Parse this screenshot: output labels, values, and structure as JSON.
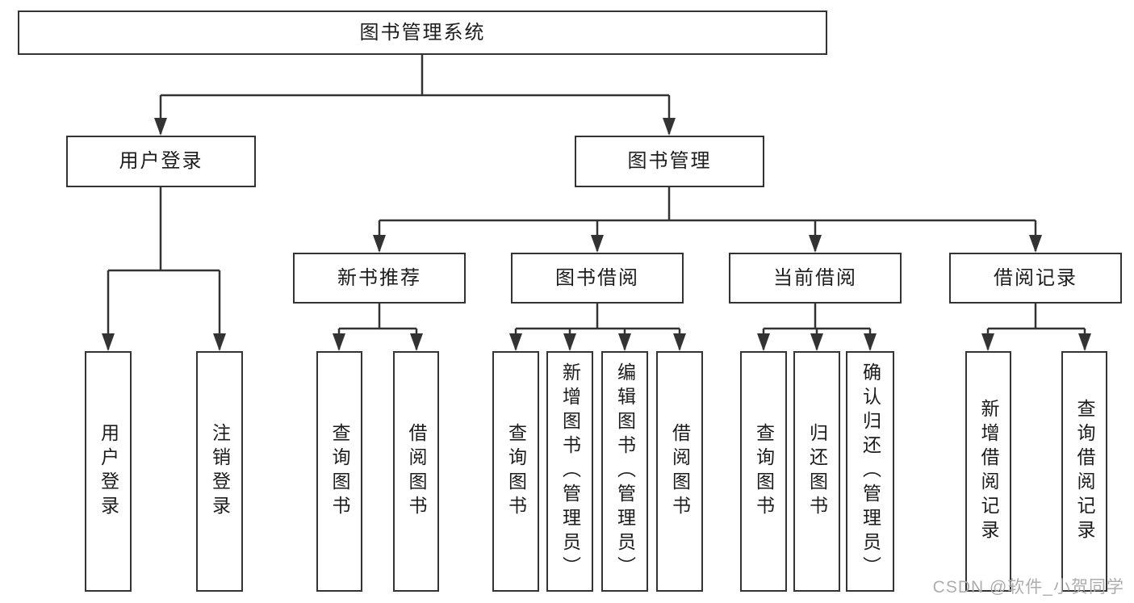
{
  "diagram": {
    "root": {
      "label": "图书管理系统"
    },
    "branches": [
      {
        "label": "用户登录",
        "children": [
          {
            "label": "用户登录"
          },
          {
            "label": "注销登录"
          }
        ]
      },
      {
        "label": "图书管理",
        "children": [
          {
            "label": "新书推荐",
            "children": [
              {
                "label": "查询图书"
              },
              {
                "label": "借阅图书"
              }
            ]
          },
          {
            "label": "图书借阅",
            "children": [
              {
                "label": "查询图书"
              },
              {
                "label": "新增图书（管理员）"
              },
              {
                "label": "编辑图书（管理员）"
              },
              {
                "label": "借阅图书"
              }
            ]
          },
          {
            "label": "当前借阅",
            "children": [
              {
                "label": "查询图书"
              },
              {
                "label": "归还图书"
              },
              {
                "label": "确认归还（管理员）"
              }
            ]
          },
          {
            "label": "借阅记录",
            "children": [
              {
                "label": "新增借阅记录"
              },
              {
                "label": "查询借阅记录"
              }
            ]
          }
        ]
      }
    ]
  },
  "watermark": {
    "text": "CSDN @软件_小贺同学"
  },
  "colors": {
    "line": "#333333",
    "box_border": "#333333",
    "text": "#1c1c1c",
    "watermark": "#adadad",
    "background": "#ffffff"
  }
}
